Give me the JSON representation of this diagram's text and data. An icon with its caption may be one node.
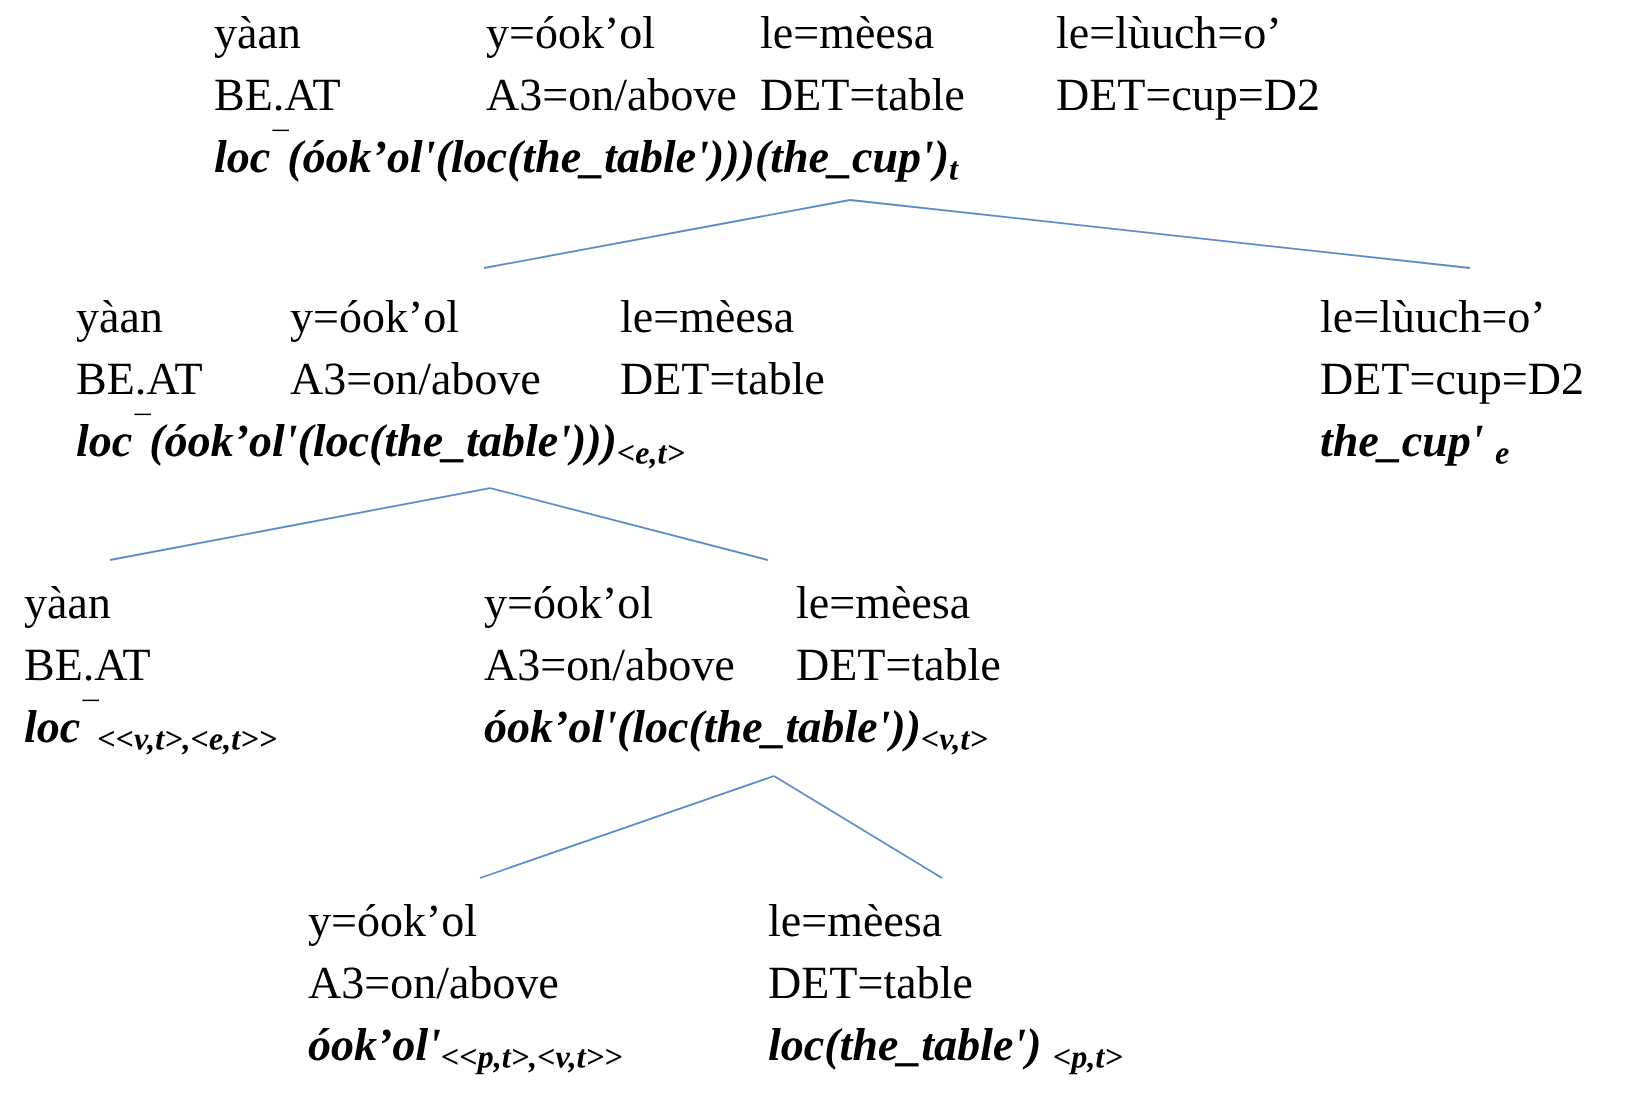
{
  "diagram": {
    "nodes": [
      {
        "text": [
          "yàan",
          "y=óok’ol",
          "le=mèesa",
          "le=lùuch=o’",
          "BE.AT",
          "A3=on/above",
          "DET=table",
          "DET=cup=D2",
          "loc$^{¯}$(óok’ol'(loc(the_table')))(the_cup')$_{t}$"
        ]
      },
      {
        "text": [
          "yàan",
          "y=óok’ol",
          "le=mèesa",
          "BE.AT",
          "A3=on/above",
          "DET=table",
          "loc$^{¯}$(óok’ol'(loc(the_table')))$_{<e,t>}$"
        ]
      },
      {
        "text": [
          "le=lùuch=o’",
          "DET=cup=D2",
          "the_cup' $_{e}$"
        ]
      },
      {
        "text": [
          "yàan",
          "BE.AT",
          "loc$^{¯}$$_{<<v,t>,<e,t>>}$"
        ]
      },
      {
        "text": [
          "y=óok’ol",
          "le=mèesa",
          "A3=on/above",
          "DET=table",
          "óok’ol'(loc(the_table'))$_{<v,t>}$"
        ]
      },
      {
        "text": [
          "y=óok’ol",
          "A3=on/above",
          "óok’ol'$_{<<p,t>,<v,t>>}$"
        ]
      },
      {
        "text": [
          "le=mèesa",
          "DET=table",
          "loc(the_table') $_{<p,t>}$"
        ]
      }
    ],
    "edges": [
      {
        "from": 0,
        "to": 1,
        "arrow": "none"
      },
      {
        "from": 0,
        "to": 2,
        "arrow": "none"
      },
      {
        "from": 1,
        "to": 3,
        "arrow": "none"
      },
      {
        "from": 1,
        "to": 4,
        "arrow": "none"
      },
      {
        "from": 4,
        "to": 5,
        "arrow": "none"
      },
      {
        "from": 4,
        "to": 6,
        "arrow": "none"
      }
    ]
  }
}
